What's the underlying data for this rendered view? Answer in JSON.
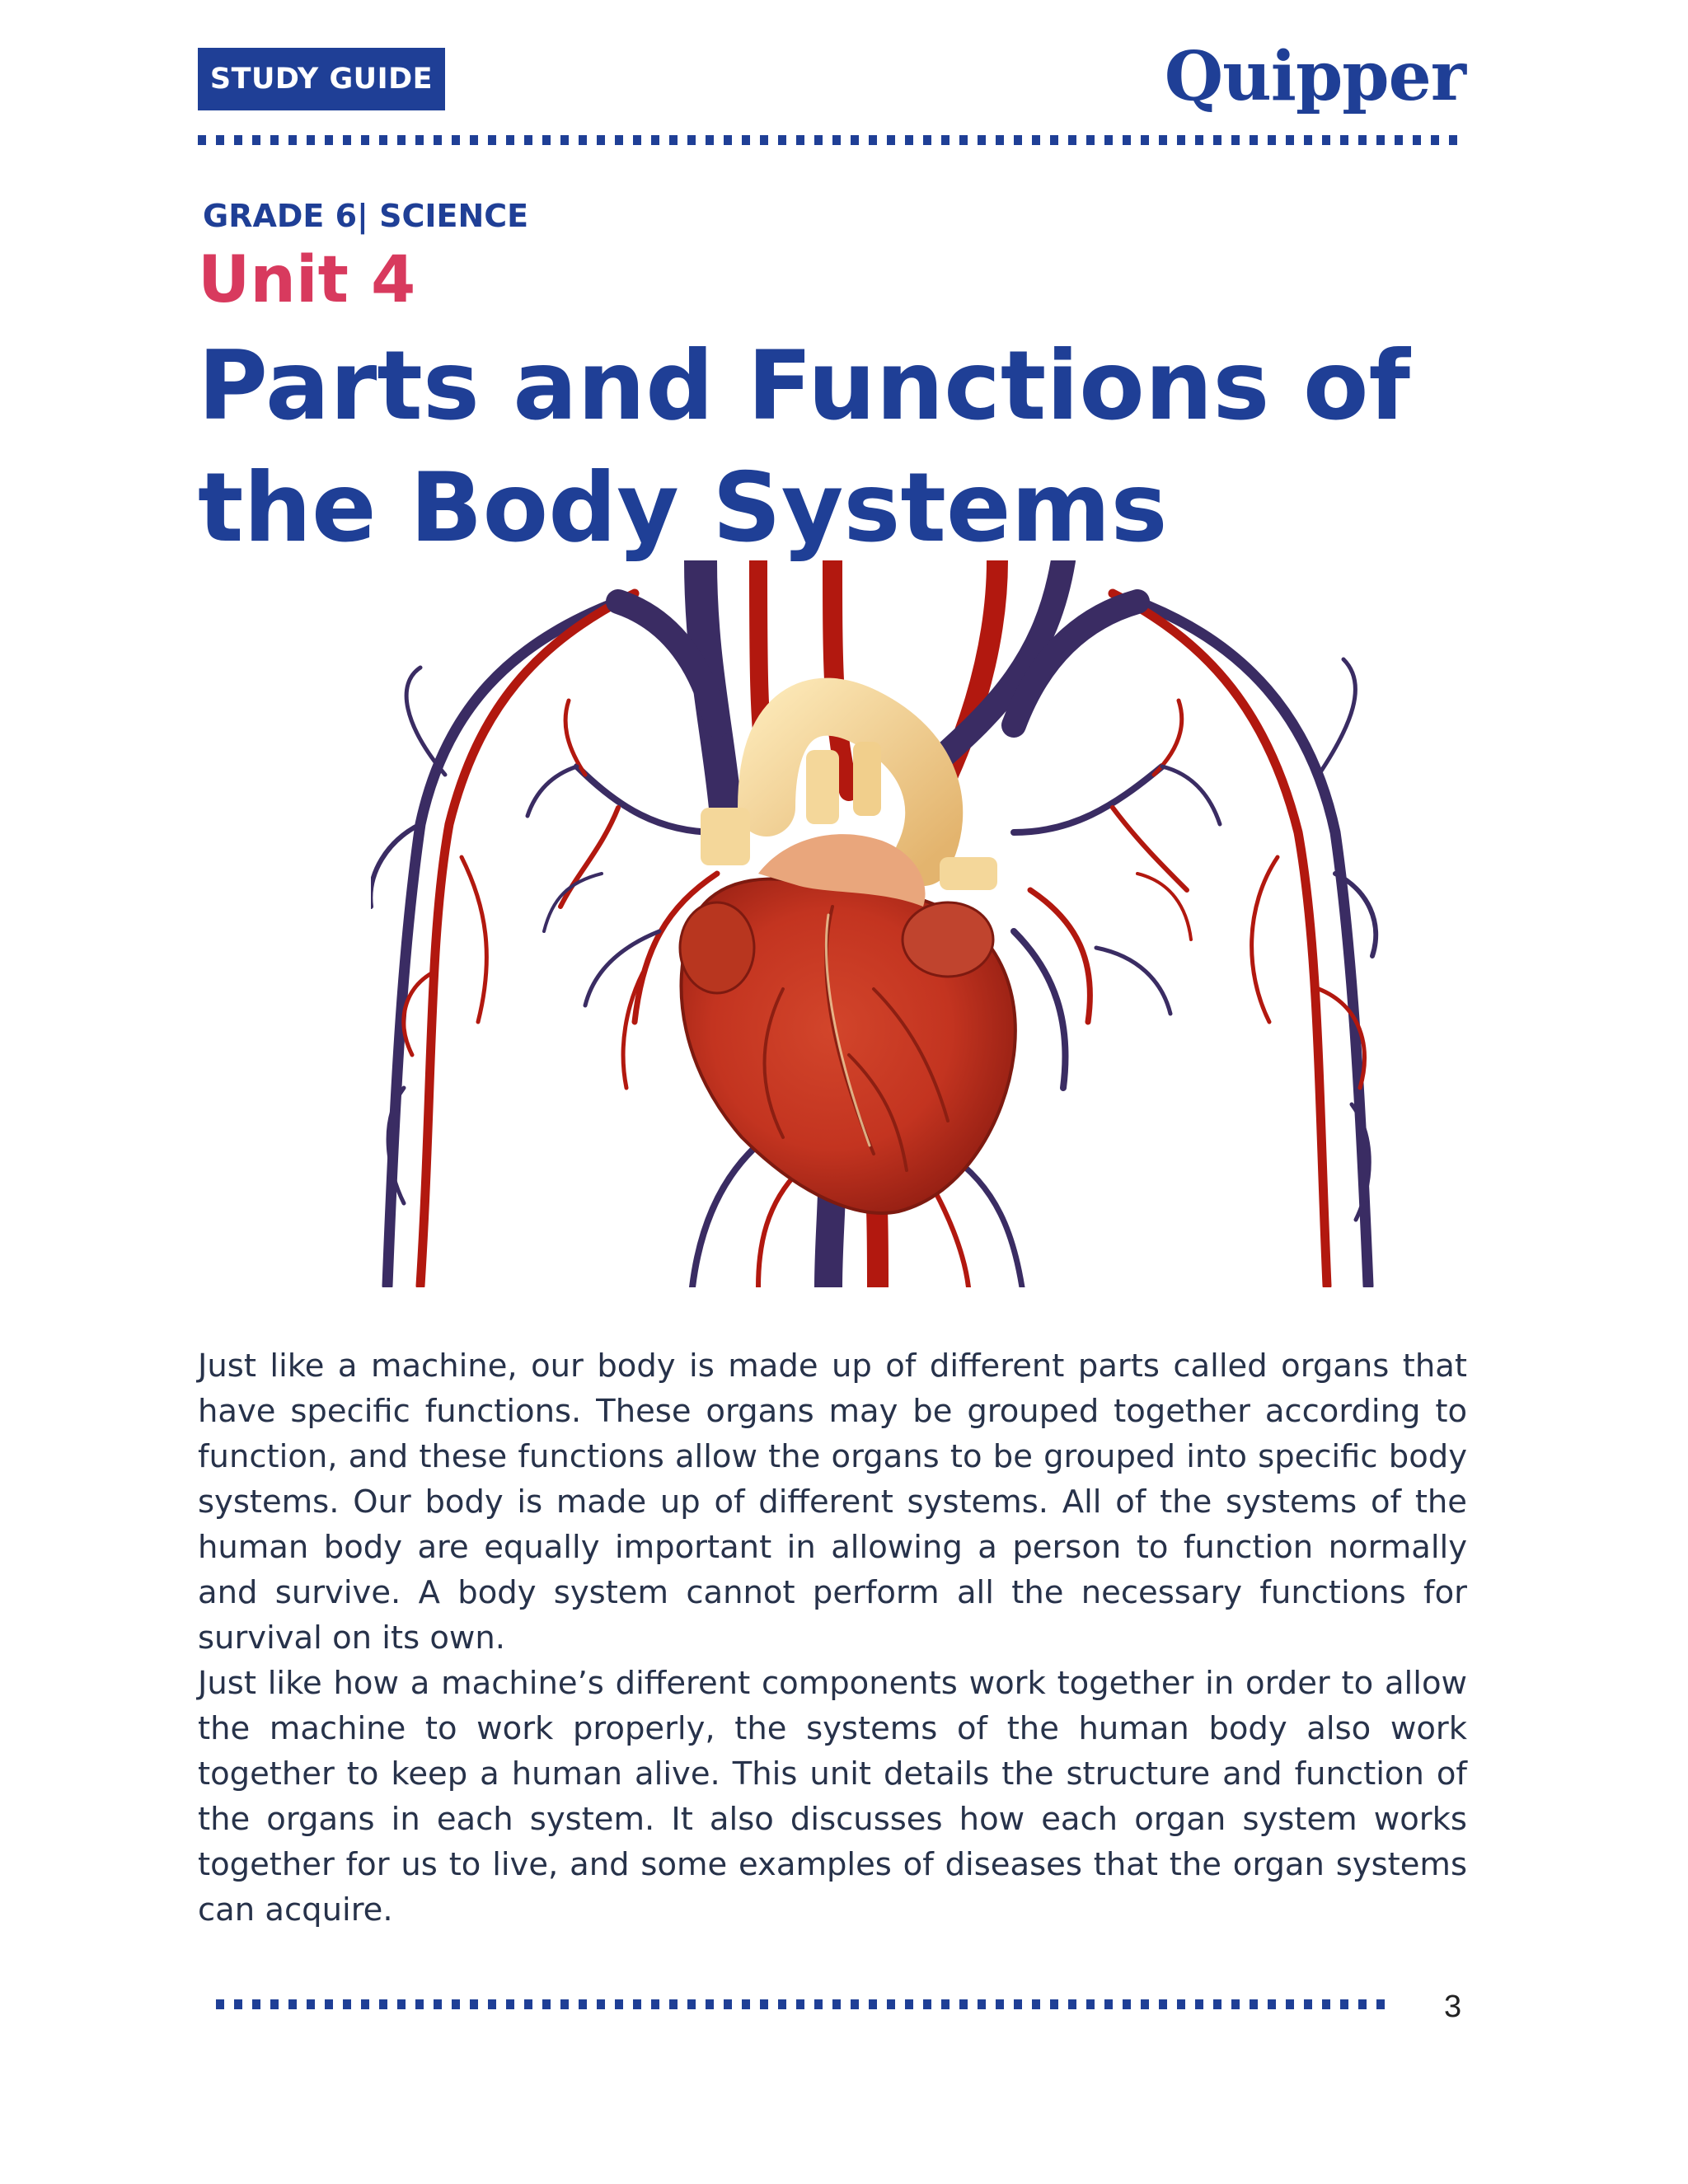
{
  "header": {
    "badge": "STUDY GUIDE",
    "logo": "Quipper"
  },
  "course": {
    "grade_subject": "GRADE 6| SCIENCE",
    "unit": "Unit 4",
    "title_line1": "Parts and Functions of",
    "title_line2": "the Body Systems"
  },
  "hero_image": {
    "subject": "human heart with arteries and veins illustration",
    "colors": {
      "artery": "#b2180f",
      "vein": "#3a2c63",
      "aorta": "#f4d79a"
    }
  },
  "paragraphs": [
    "Just like a machine, our body is made up of different parts called organs that have specific functions. These organs may be grouped together according to function, and these functions allow the organs to be grouped into specific body systems. Our body is made up of different systems. All of the systems of the human body are equally important in allowing a person to function normally and survive. A body system cannot perform all the necessary functions for survival on its own.",
    "Just like how a machine’s different components work together in order to allow the machine to work properly, the systems of the human body also work together to keep a human alive. This unit details the structure and function of the organs in each system. It also discusses how each organ system works together for us to live, and some examples of diseases that the organ systems can acquire."
  ],
  "footer": {
    "page_number": "3"
  },
  "colors": {
    "brand_blue": "#1f3f96",
    "unit_red": "#d83a5e",
    "body_text": "#27324a"
  }
}
